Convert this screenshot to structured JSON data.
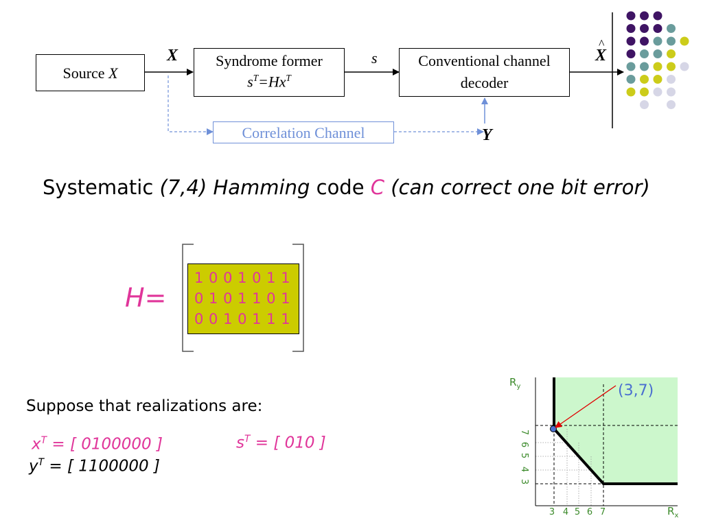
{
  "diagram": {
    "source_label": "Source",
    "source_var": "X",
    "x_label": "X",
    "syndrome_title": "Syndrome former",
    "syndrome_eq_s": "s",
    "syndrome_eq_T1": "T",
    "syndrome_eq_mid": "=Hx",
    "syndrome_eq_T2": "T",
    "s_label": "s",
    "decoder_line1": "Conventional channel",
    "decoder_line2": "decoder",
    "xhat_label": "X",
    "xhat_hat": "^",
    "correlation_label": "Correlation Channel",
    "y_label": "Y"
  },
  "headline": {
    "part1": "Systematic ",
    "part2": "(7,4) Hamming",
    "part3": " code ",
    "part4": "C",
    "part5": " (can correct one bit error)"
  },
  "matrix": {
    "label": "H=",
    "rows": [
      "1 0 0 1 0 1 1",
      "0 1 0 1 1 0 1",
      "0 0 1 0 1 1 1"
    ]
  },
  "realizations": {
    "intro": "Suppose that realizations are:",
    "x_var": "x",
    "x_sup": "T",
    "x_val": " = [ 0100000 ]",
    "y_var": "y",
    "y_sup": "T",
    "y_val": " = [ 1100000 ]",
    "s_var": "s",
    "s_sup": "T",
    "s_val": " = [ 010 ]"
  },
  "rate_region": {
    "ylabel_main": "R",
    "ylabel_sub": "y",
    "xlabel_main": "R",
    "xlabel_sub": "x",
    "point_label": "(3,7)",
    "x_ticks": [
      "3",
      "4",
      "5",
      "6",
      "7"
    ],
    "y_ticks": [
      "7",
      "6",
      "5",
      "4",
      "3"
    ]
  },
  "colors": {
    "accent_pink": "#e0359a",
    "matrix_bg": "#cccc00",
    "region_fill": "#ccf7cc",
    "tick_green": "#3b8a2a",
    "correlation_blue": "#6f90d8",
    "point_blue": "#4a6fd0"
  }
}
